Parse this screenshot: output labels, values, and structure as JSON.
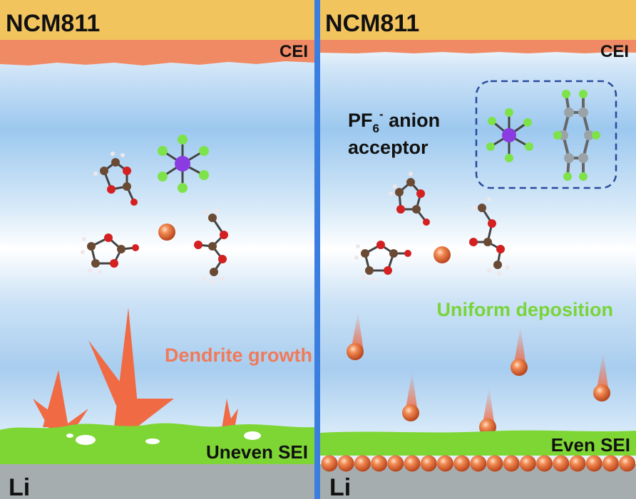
{
  "left_panel": {
    "cathode": "NCM811",
    "cei": "CEI",
    "growth": "Dendrite growth",
    "sei": "Uneven SEI",
    "anode": "Li"
  },
  "right_panel": {
    "cathode": "NCM811",
    "cei": "CEI",
    "acceptor_line1": "PF",
    "acceptor_sub": "6",
    "acceptor_sup": "-",
    "acceptor_rest": " anion",
    "acceptor_line2": "acceptor",
    "deposition": "Uniform deposition",
    "sei": "Even SEI",
    "anode": "Li"
  },
  "colors": {
    "cathode": "#f2c45e",
    "cei": "#f08a64",
    "electrolyte_blue": "#aed0f0",
    "sei_green": "#7ed634",
    "li_metal": "#a6adae",
    "divider": "#3a7ee0",
    "dendrite": "#f06a44",
    "growth_text": "#f07a5a",
    "deposition_text": "#79d43a",
    "li_ion": "#e26a36",
    "carbon": "#6b4a34",
    "oxygen": "#d42020",
    "hydrogen": "#f0e6ea",
    "phosphorus": "#8a3ce0",
    "fluorine": "#7ee24a",
    "ring_carbon": "#9aa4a8"
  }
}
